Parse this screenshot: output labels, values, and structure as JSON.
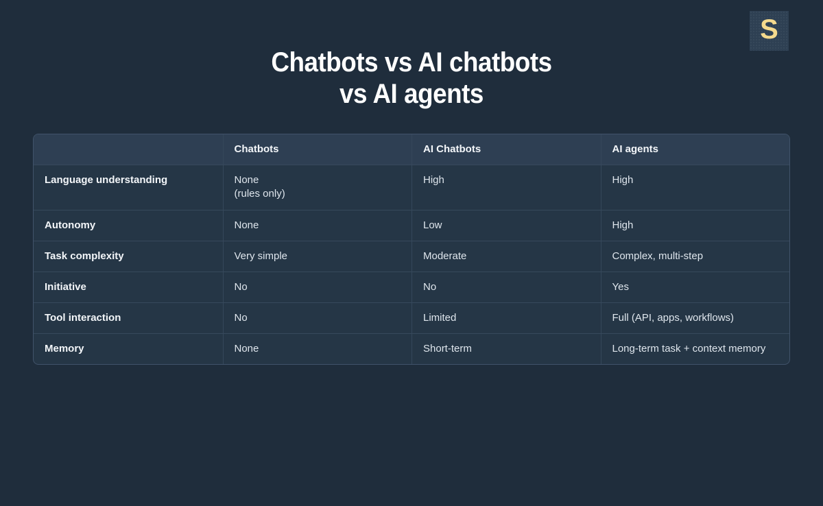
{
  "logo": {
    "letter": "S",
    "bg": "#2e4053",
    "letter_color": "#f5da8d"
  },
  "title": {
    "line1": "Chatbots vs AI chatbots",
    "line2": "vs AI agents"
  },
  "table": {
    "headers": [
      "",
      "Chatbots",
      "AI Chatbots",
      "AI agents"
    ],
    "rows": [
      {
        "label": "Language understanding",
        "values": [
          "None\n(rules only)",
          "High",
          "High"
        ]
      },
      {
        "label": "Autonomy",
        "values": [
          "None",
          "Low",
          "High"
        ]
      },
      {
        "label": "Task complexity",
        "values": [
          "Very simple",
          "Moderate",
          "Complex, multi-step"
        ]
      },
      {
        "label": "Initiative",
        "values": [
          "No",
          "No",
          "Yes"
        ]
      },
      {
        "label": "Tool interaction",
        "values": [
          "No",
          "Limited",
          "Full (API, apps, workflows)"
        ]
      },
      {
        "label": "Memory",
        "values": [
          "None",
          "Short-term",
          "Long-term task + context memory"
        ]
      }
    ]
  },
  "colors": {
    "page_background": "#1f2d3c",
    "table_background": "#253646",
    "header_background": "#2e3f53",
    "divider": "#37495c",
    "title_text": "#ffffff",
    "label_text": "#f3f6f9",
    "value_text": "#dfe6ed",
    "logo_letter": "#f5da8d"
  },
  "chart_data": {
    "type": "table",
    "title": "Chatbots vs AI chatbots vs AI agents",
    "columns": [
      "",
      "Chatbots",
      "AI Chatbots",
      "AI agents"
    ],
    "rows": [
      [
        "Language understanding",
        "None (rules only)",
        "High",
        "High"
      ],
      [
        "Autonomy",
        "None",
        "Low",
        "High"
      ],
      [
        "Task complexity",
        "Very simple",
        "Moderate",
        "Complex, multi-step"
      ],
      [
        "Initiative",
        "No",
        "No",
        "Yes"
      ],
      [
        "Tool interaction",
        "No",
        "Limited",
        "Full (API, apps, workflows)"
      ],
      [
        "Memory",
        "None",
        "Short-term",
        "Long-term task + context memory"
      ]
    ],
    "legend_position": "none",
    "grid": true
  }
}
